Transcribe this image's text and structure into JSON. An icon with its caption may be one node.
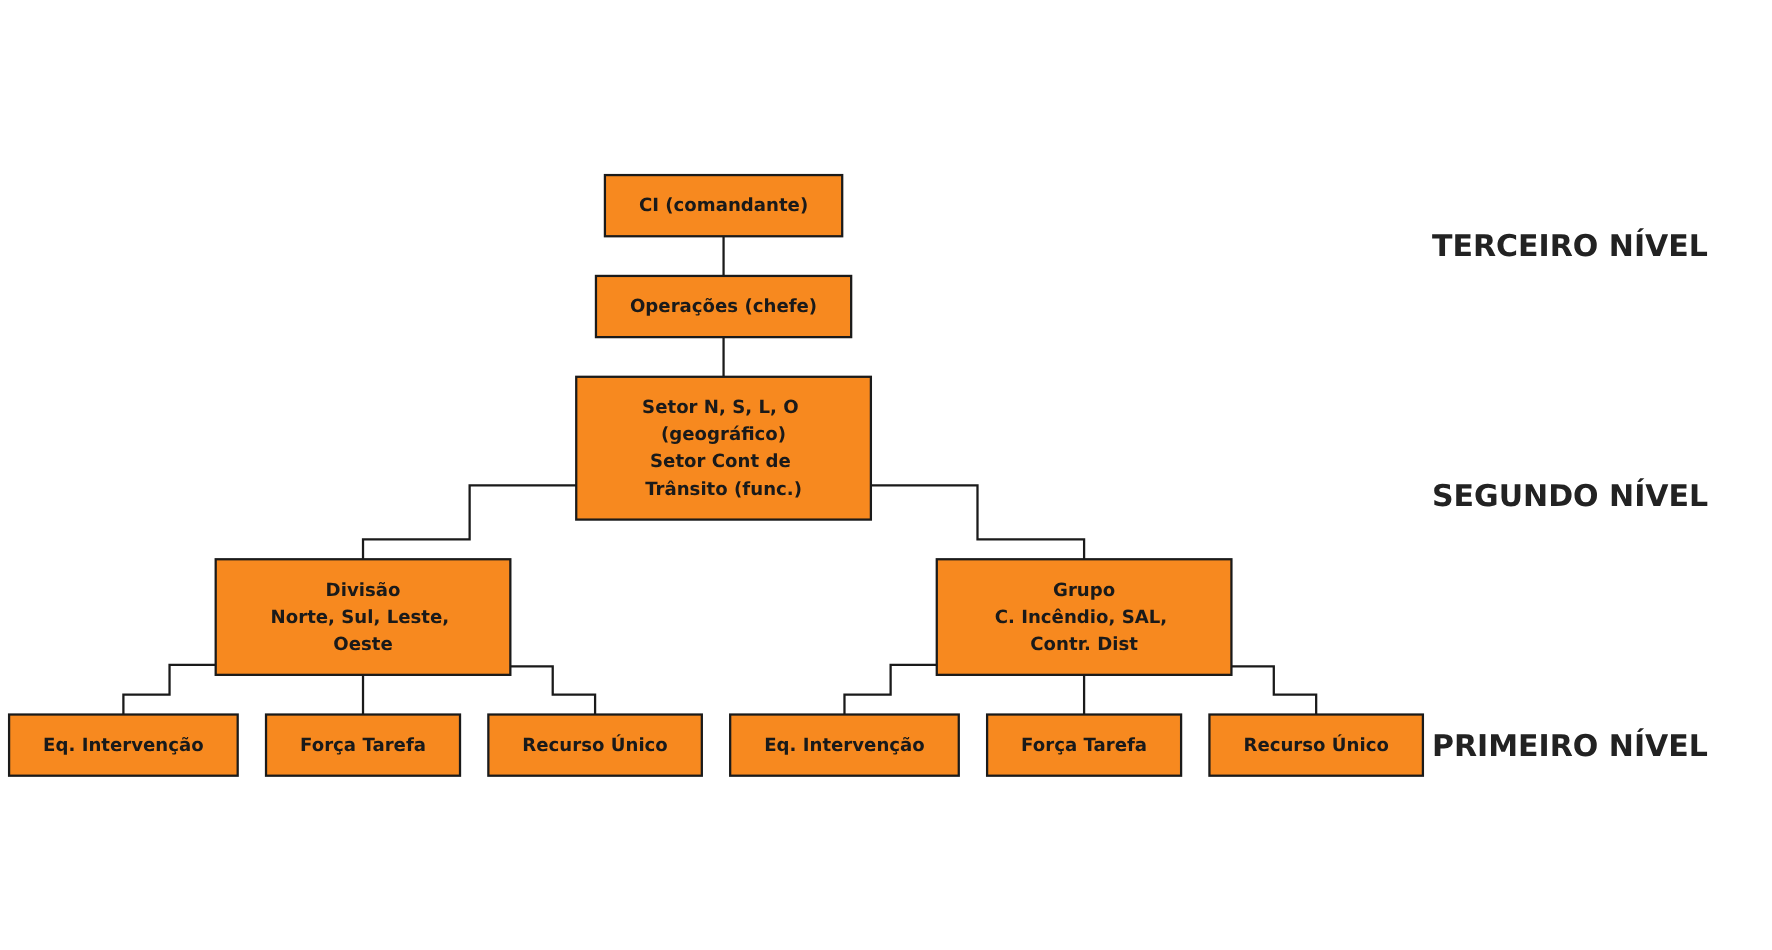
{
  "diagram": {
    "nodes": [
      {
        "text": [
          "CI (comandante)"
        ]
      },
      {
        "text": [
          "Operações (chefe)"
        ]
      },
      {
        "text": [
          "Setor N, S, L, O (geográfico)",
          "Setor Cont de Trânsito (func.)"
        ]
      },
      {
        "text": [
          "Divisão",
          "Norte, Sul, Leste, Oeste"
        ]
      },
      {
        "text": [
          "Grupo",
          "C. Incêndio, SAL, Contr. Dist"
        ]
      },
      {
        "text": [
          "Eq. Intervenção"
        ]
      },
      {
        "text": [
          "Força Tarefa"
        ]
      },
      {
        "text": [
          "Recurso Único"
        ]
      },
      {
        "text": [
          "Eq. Intervenção"
        ]
      },
      {
        "text": [
          "Força Tarefa"
        ]
      },
      {
        "text": [
          "Recurso Único"
        ]
      }
    ],
    "edges": [
      {
        "from": 0,
        "to": 1,
        "arrow": "none"
      },
      {
        "from": 1,
        "to": 2,
        "arrow": "none"
      },
      {
        "from": 2,
        "to": 3,
        "arrow": "none"
      },
      {
        "from": 2,
        "to": 4,
        "arrow": "none"
      },
      {
        "from": 3,
        "to": 5,
        "arrow": "none"
      },
      {
        "from": 3,
        "to": 6,
        "arrow": "none"
      },
      {
        "from": 3,
        "to": 7,
        "arrow": "none"
      },
      {
        "from": 4,
        "to": 8,
        "arrow": "none"
      },
      {
        "from": 4,
        "to": 9,
        "arrow": "none"
      },
      {
        "from": 4,
        "to": 10,
        "arrow": "none"
      }
    ],
    "labels": [
      "TERCEIRO NÍVEL",
      "SEGUNDO NÍVEL",
      "PRIMEIRO NÍVEL"
    ]
  }
}
